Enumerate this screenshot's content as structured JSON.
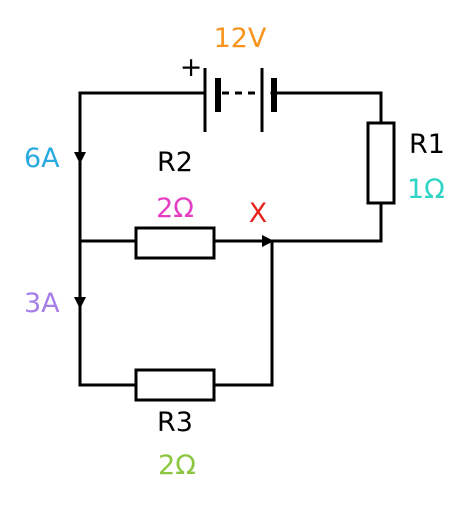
{
  "battery": {
    "voltage": "12V",
    "polarity": "+"
  },
  "currents": {
    "main": "6A",
    "branch": "3A"
  },
  "resistors": {
    "r1": {
      "name": "R1",
      "value": "1Ω"
    },
    "r2": {
      "name": "R2",
      "value": "2Ω"
    },
    "r3": {
      "name": "R3",
      "value": "2Ω"
    }
  },
  "junction": {
    "label": "X"
  },
  "colors": {
    "voltage": "#f7941d",
    "current_main": "#29abe2",
    "current_branch": "#a67ee8",
    "r1_value": "#2ed5c4",
    "r2_value": "#e63ec2",
    "r3_value": "#8cc63f",
    "junction": "#e8231e"
  }
}
